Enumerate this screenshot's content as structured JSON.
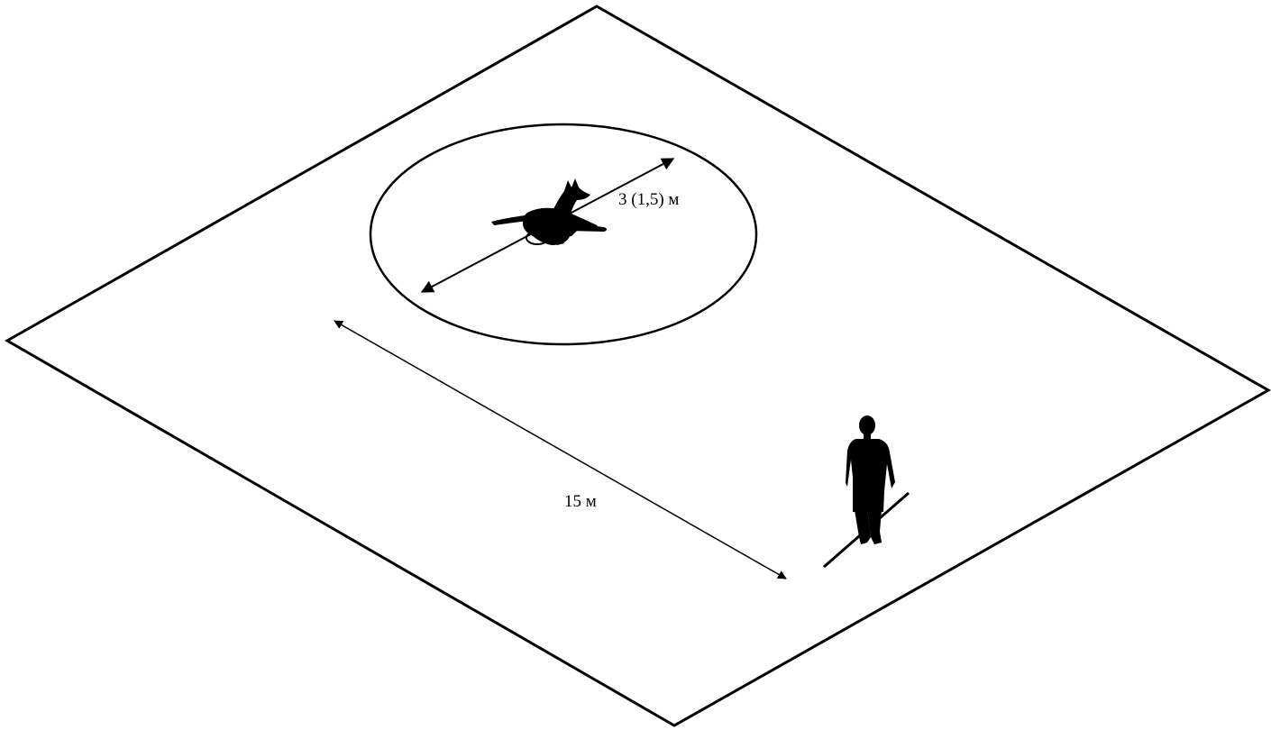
{
  "labels": {
    "circle_diameter": "3 (1,5) м",
    "distance": "15 м"
  },
  "figures": {
    "dog": "lying-dog-silhouette",
    "person": "standing-person-silhouette"
  },
  "colors": {
    "line": "#000000",
    "background": "#ffffff"
  }
}
